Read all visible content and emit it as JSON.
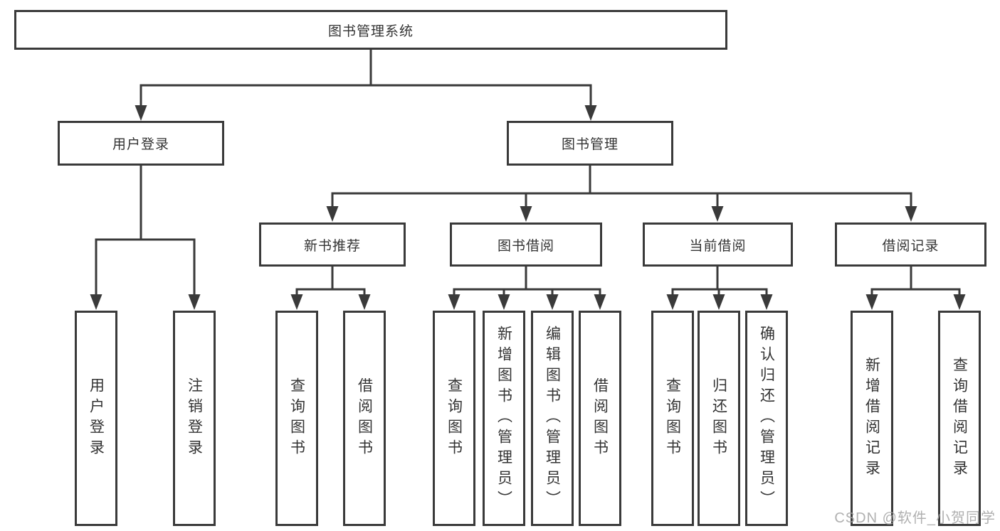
{
  "diagram": {
    "root": {
      "label": "图书管理系统"
    },
    "level2": [
      {
        "label": "用户登录"
      },
      {
        "label": "图书管理"
      }
    ],
    "level3": [
      {
        "label": "新书推荐"
      },
      {
        "label": "图书借阅"
      },
      {
        "label": "当前借阅"
      },
      {
        "label": "借阅记录"
      }
    ],
    "leaves": {
      "user_login": [
        "用户登录",
        "注销登录"
      ],
      "new_book": [
        "查询图书",
        "借阅图书"
      ],
      "book_borrow": [
        "查询图书",
        "新增图书（管理员）",
        "编辑图书（管理员）",
        "借阅图书"
      ],
      "current_borrow": [
        "查询图书",
        "归还图书",
        "确认归还（管理员）"
      ],
      "borrow_record": [
        "新增借阅记录",
        "查询借阅记录"
      ]
    }
  },
  "watermark": {
    "label": "CSDN @软件_小贺同学"
  },
  "colors": {
    "line": "#3a3a3a",
    "border": "#3a3a3a",
    "text": "#333333",
    "background": "#ffffff",
    "watermark": "#a3a3a3"
  }
}
